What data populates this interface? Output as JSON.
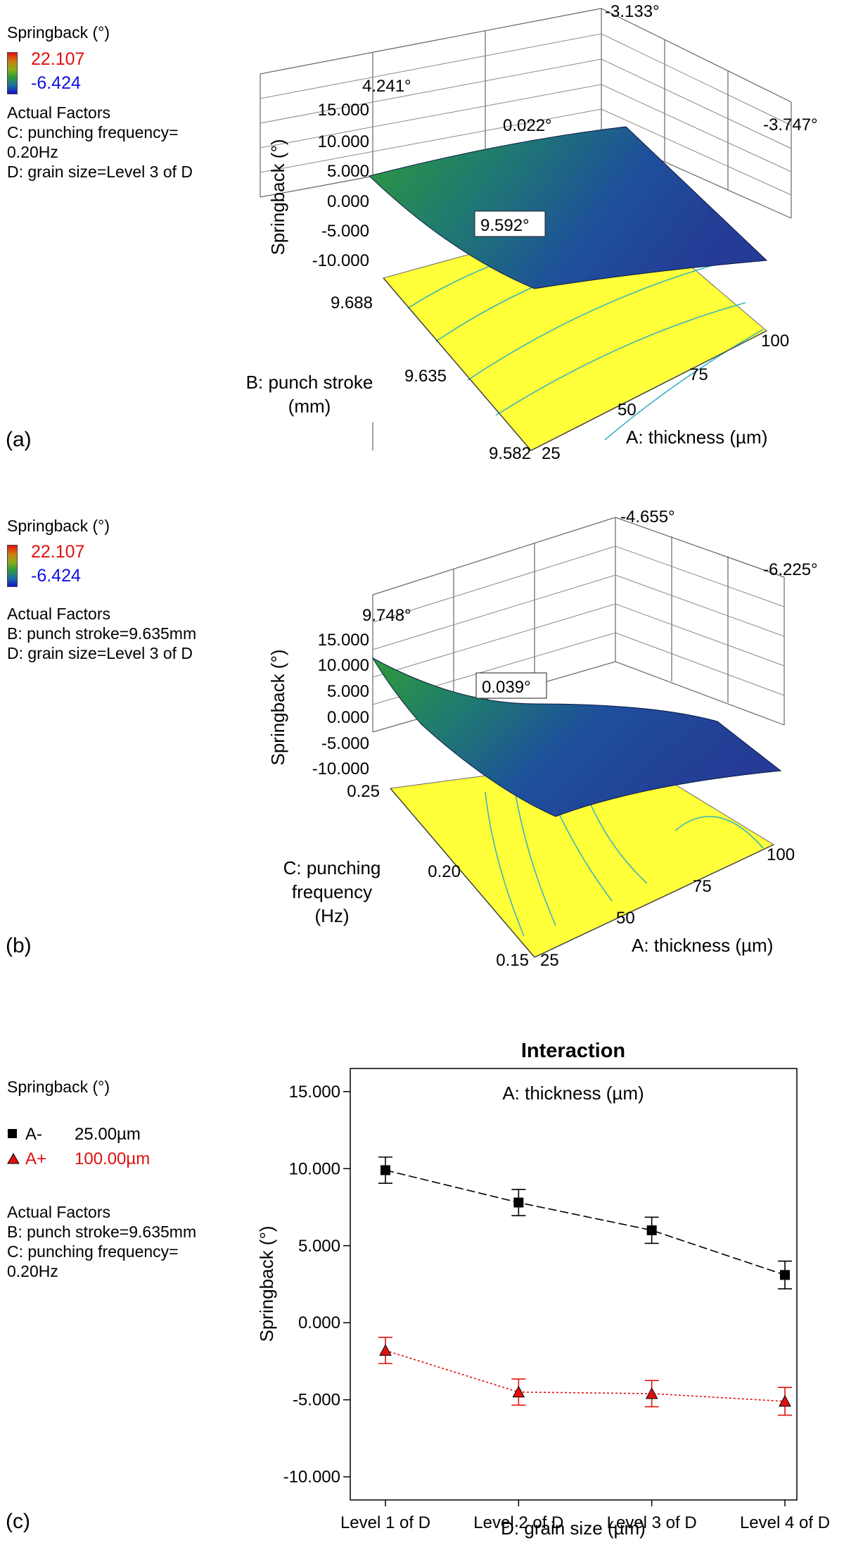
{
  "colors": {
    "high": "#e01010",
    "low": "#1010e0",
    "surface_low": "#1f3f9a",
    "surface_high": "#2f9a3a",
    "base_plane": "#ffff3a",
    "contour": "#33b3bf",
    "series_a_minus": "#000000",
    "series_a_plus": "#e01010"
  },
  "panel_a": {
    "label": "(a)",
    "legend_title": "Springback (°)",
    "colorbar_high": "22.107",
    "colorbar_low": "-6.424",
    "factors_title": "Actual Factors",
    "factors": [
      "C: punching frequency=",
      "0.20Hz",
      "D: grain size=Level 3 of D"
    ]
  },
  "panel_b": {
    "label": "(b)",
    "legend_title": "Springback (°)",
    "colorbar_high": "22.107",
    "colorbar_low": "-6.424",
    "factors_title": "Actual Factors",
    "factors": [
      "B: punch stroke=9.635mm",
      "D: grain size=Level 3 of D"
    ]
  },
  "panel_c": {
    "label": "(c)",
    "legend_title": "Springback (°)",
    "legend": [
      {
        "symbol": "square",
        "name": "A-",
        "value": "25.00µm"
      },
      {
        "symbol": "triangle",
        "name": "A+",
        "value": "100.00µm"
      }
    ],
    "factors_title": "Actual Factors",
    "factors": [
      "B: punch stroke=9.635mm",
      "C: punching frequency=",
      "0.20Hz"
    ]
  },
  "chart_data": [
    {
      "type": "surface",
      "title": "",
      "zlabel": "Springback (°)",
      "z_ticks": [
        "15.000",
        "10.000",
        "5.000",
        "0.000",
        "-5.000",
        "-10.000"
      ],
      "xlabel": "A: thickness (µm)",
      "x_ticks": [
        "25",
        "50",
        "75",
        "100"
      ],
      "ylabel_lines": [
        "B: punch stroke",
        "(mm)"
      ],
      "y_ticks": [
        "9.582",
        "9.635",
        "9.688"
      ],
      "corner_values": [
        {
          "label": "4.241°",
          "A": 25,
          "B": 9.688
        },
        {
          "label": "-3.133°",
          "A": 100,
          "B": 9.688
        },
        {
          "label": "-3.747°",
          "A": 100,
          "B": 9.582
        },
        {
          "label": "9.592°",
          "A": 25,
          "B": 9.582
        },
        {
          "label": "0.022°",
          "A": 62.5,
          "B": 9.635
        }
      ]
    },
    {
      "type": "surface",
      "title": "",
      "zlabel": "Springback (°)",
      "z_ticks": [
        "15.000",
        "10.000",
        "5.000",
        "0.000",
        "-5.000",
        "-10.000"
      ],
      "xlabel": "A: thickness (µm)",
      "x_ticks": [
        "25",
        "50",
        "75",
        "100"
      ],
      "ylabel_lines": [
        "C: punching",
        "frequency",
        "(Hz)"
      ],
      "y_ticks": [
        "0.15",
        "0.20",
        "0.25"
      ],
      "corner_values": [
        {
          "label": "9.748°",
          "A": 25,
          "C": 0.25
        },
        {
          "label": "-4.655°",
          "A": 100,
          "C": 0.25
        },
        {
          "label": "-6.225°",
          "A": 100,
          "C": 0.15
        },
        {
          "label": "0.039°",
          "A": 62.5,
          "C": 0.2
        }
      ]
    },
    {
      "type": "line",
      "title": "Interaction",
      "subtitle": "A: thickness (µm)",
      "xlabel": "D: grain size (µm)",
      "ylabel": "Springback (°)",
      "categories": [
        "Level 1 of D",
        "Level 2 of D",
        "Level 3 of D",
        "Level 4 of D"
      ],
      "y_ticks": [
        "15.000",
        "10.000",
        "5.000",
        "0.000",
        "-5.000",
        "-10.000"
      ],
      "ylim": [
        -11.5,
        16.5
      ],
      "series": [
        {
          "name": "A-",
          "values": [
            9.9,
            7.8,
            6.0,
            3.1
          ],
          "err": [
            0.85,
            0.85,
            0.85,
            0.9
          ]
        },
        {
          "name": "A+",
          "values": [
            -1.8,
            -4.5,
            -4.6,
            -5.1
          ],
          "err": [
            0.85,
            0.85,
            0.85,
            0.9
          ]
        }
      ]
    }
  ]
}
